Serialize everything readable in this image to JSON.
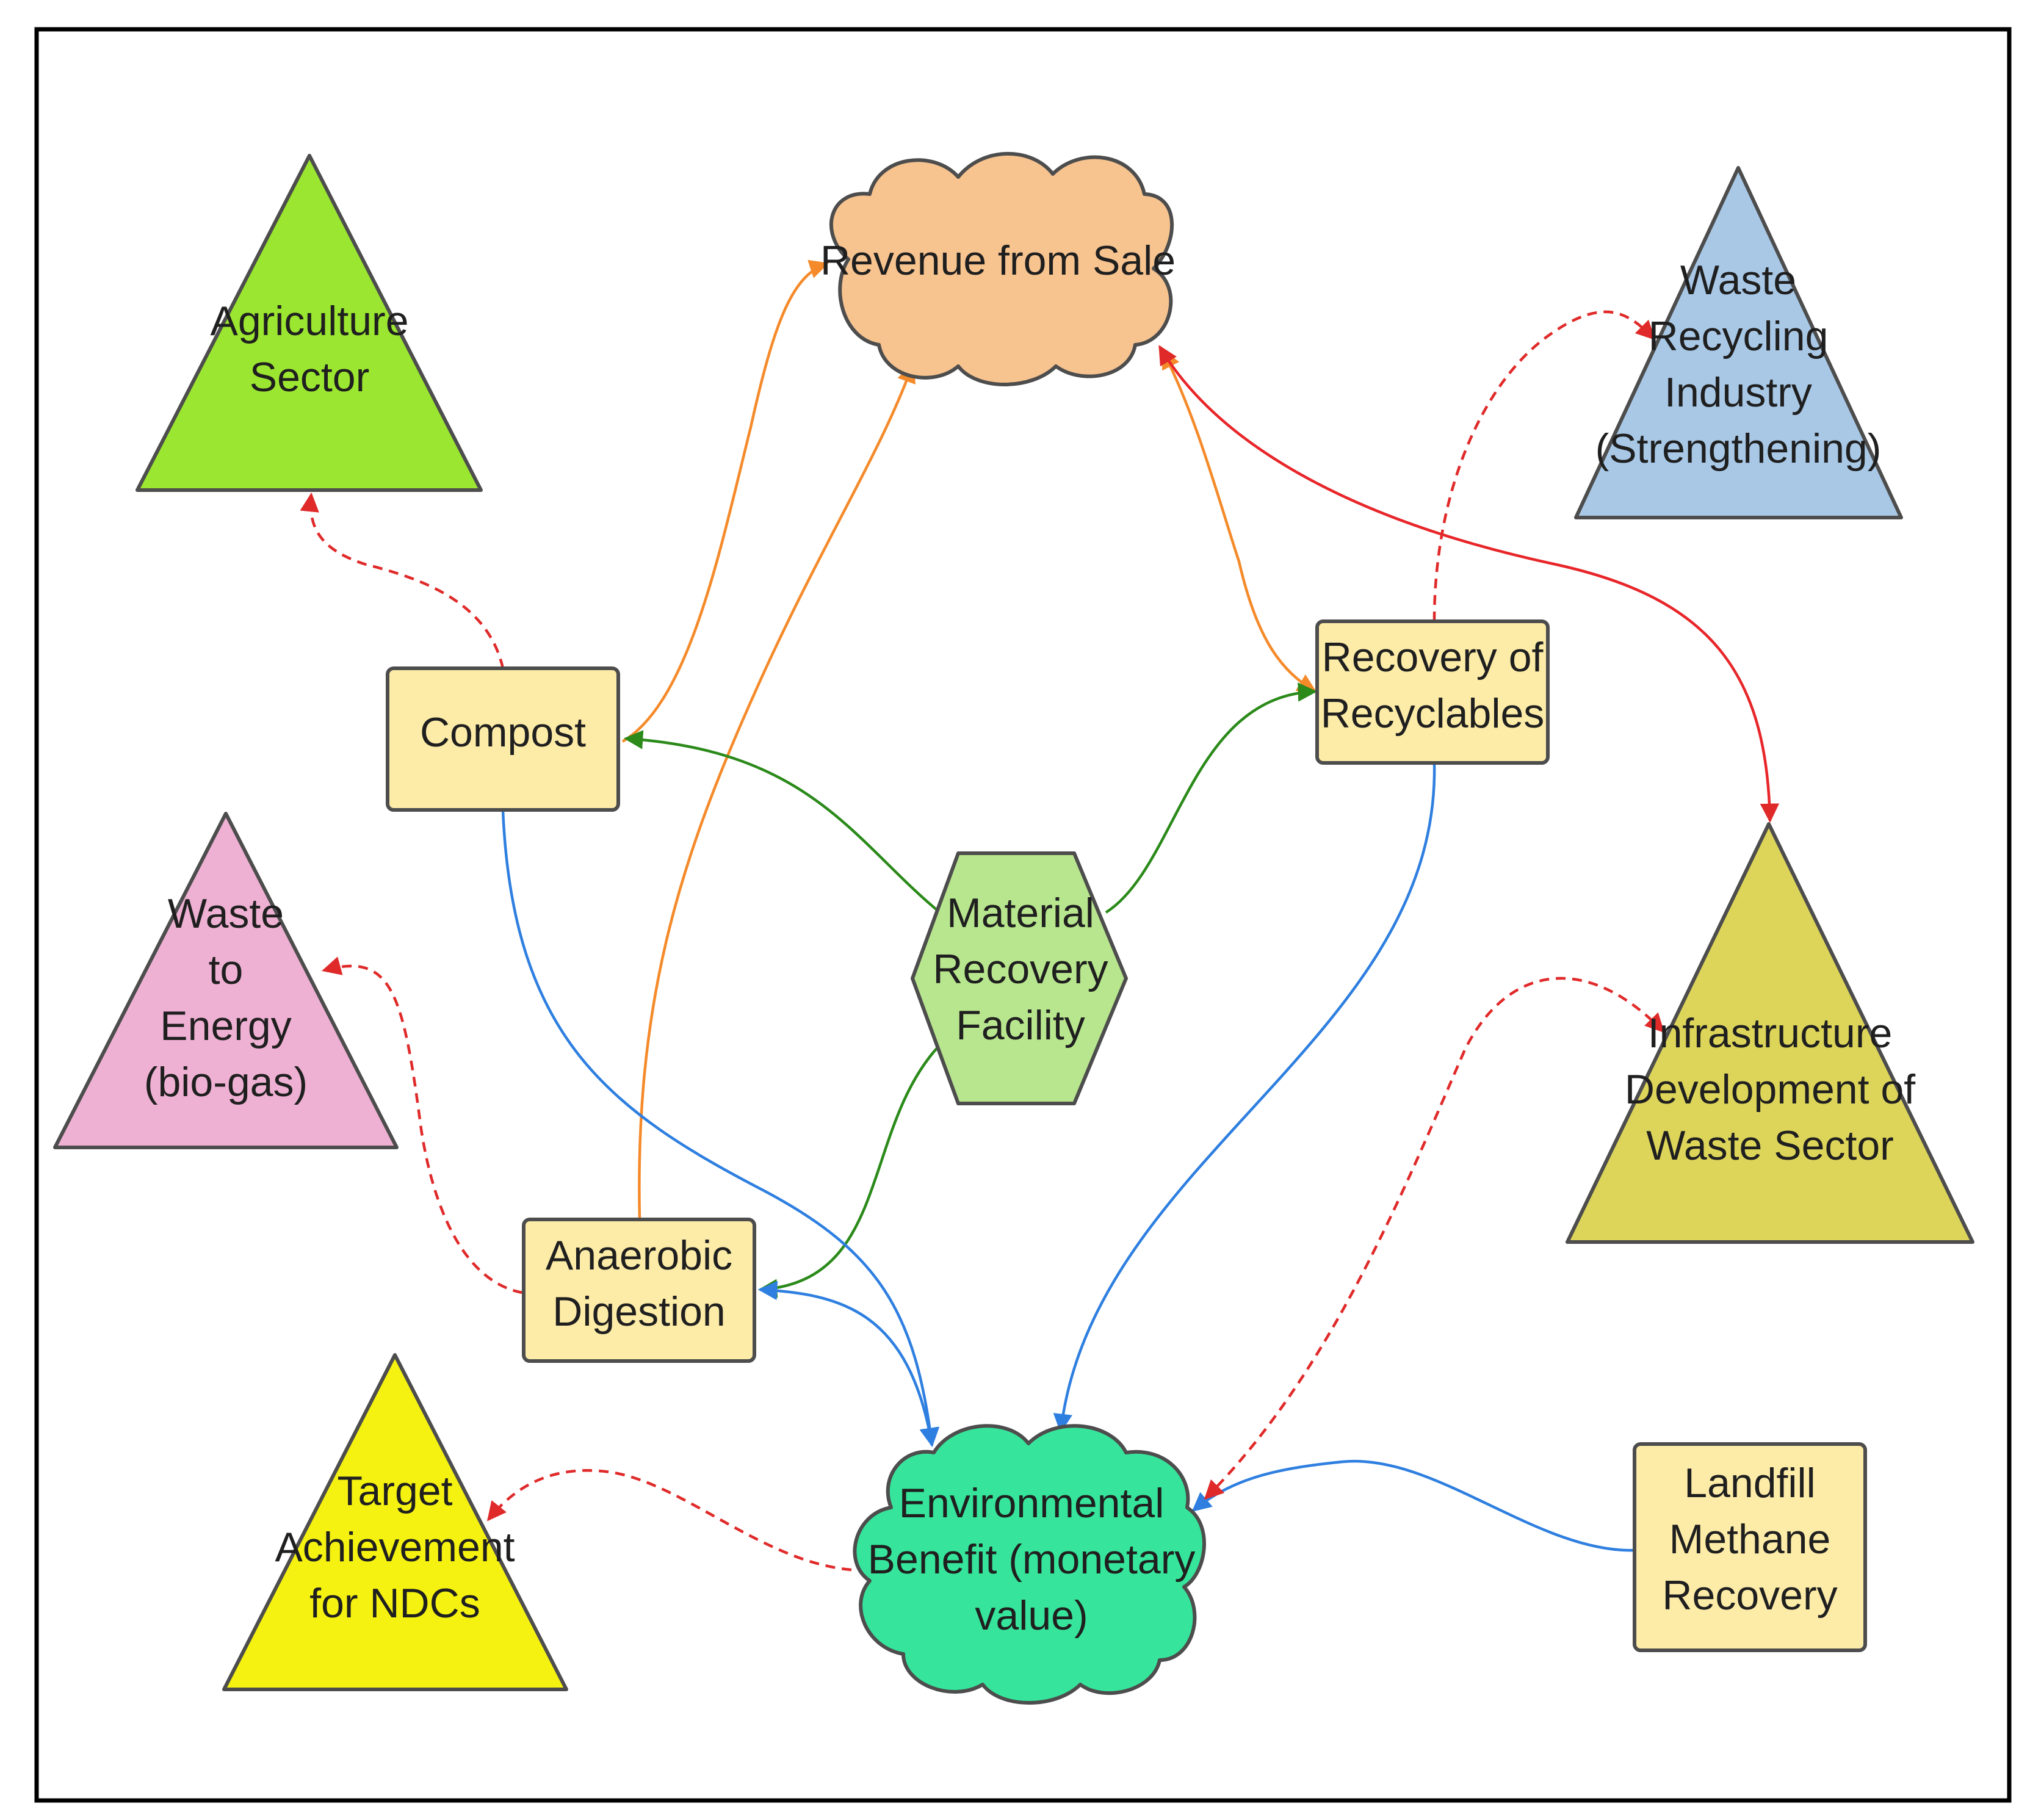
{
  "colors": {
    "orange_edge": "#f58a2a",
    "green_edge": "#2b8a1a",
    "blue_edge": "#2e7fe0",
    "red_edge": "#e8262a",
    "red_dashed": "#e02a2a",
    "box_fill": "#fdeca8",
    "revenue_cloud": "#f7c38f",
    "environment_cloud": "#36e59b",
    "hexagon": "#b8e68e",
    "agriculture": "#9be630",
    "waste_recycling": "#a8c8e6",
    "waste_to_energy": "#efb1d3",
    "infrastructure": "#ddd55a",
    "ndc_target": "#f5f212"
  },
  "nodes": {
    "revenue": {
      "lines": [
        "Revenue from Sale"
      ]
    },
    "agriculture": {
      "lines": [
        "Agriculture",
        "Sector"
      ]
    },
    "waste_recycling": {
      "lines": [
        "Waste",
        "Recycling",
        "Industry",
        "(Strengthening)"
      ]
    },
    "compost": {
      "lines": [
        "Compost"
      ]
    },
    "recovery": {
      "lines": [
        "Recovery of",
        "Recyclables"
      ]
    },
    "mrf": {
      "lines": [
        "Material",
        "Recovery",
        "Facility"
      ]
    },
    "waste_to_energy": {
      "lines": [
        "Waste",
        "to",
        "Energy",
        "(bio-gas)"
      ]
    },
    "infrastructure": {
      "lines": [
        "Infrastructure",
        "Development of",
        "Waste Sector"
      ]
    },
    "anaerobic": {
      "lines": [
        "Anaerobic",
        "Digestion"
      ]
    },
    "target": {
      "lines": [
        "Target",
        "Achievement",
        "for NDCs"
      ]
    },
    "environment": {
      "lines": [
        "Environmental",
        "Benefit (monetary",
        "value)"
      ]
    },
    "landfill": {
      "lines": [
        "Landfill",
        "Methane",
        "Recovery"
      ]
    }
  }
}
